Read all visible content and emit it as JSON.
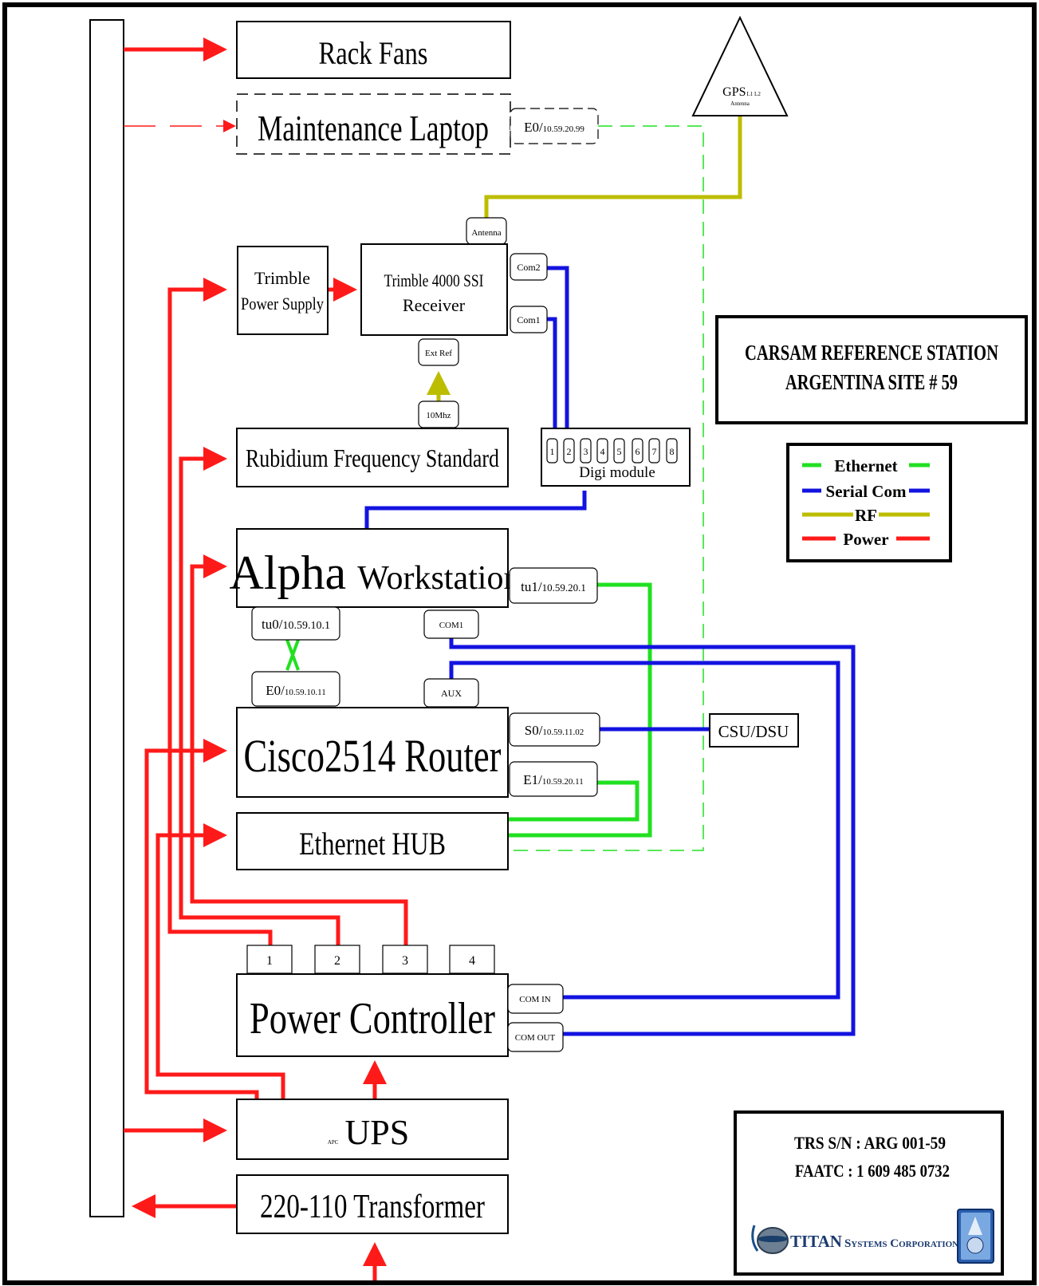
{
  "title": {
    "line1": "CARSAM REFERENCE STATION",
    "line2": "ARGENTINA SITE # 59"
  },
  "legend": {
    "ethernet": "Ethernet",
    "serial": "Serial Com",
    "rf": "RF",
    "power": "Power"
  },
  "colors": {
    "power": "#ff1a1a",
    "serial": "#1313e0",
    "ethernet": "#21e021",
    "rf": "#bdbd00"
  },
  "devices": {
    "rack_fans": "Rack Fans",
    "maintenance_laptop": "Maintenance Laptop",
    "laptop_port_prefix": "E0/",
    "laptop_port_ip": "10.59.20.99",
    "gps": "GPS",
    "gps_bands": "L1 L2",
    "gps_sub": "Antenna",
    "antenna_port": "Antenna",
    "trimble_ps_line1": "Trimble",
    "trimble_ps_line2": "Power Supply",
    "receiver_line1": "Trimble 4000 SSI",
    "receiver_line2": "Receiver",
    "com2": "Com2",
    "com1": "Com1",
    "ext_ref": "Ext Ref",
    "mhz": "10Mhz",
    "rubidium": "Rubidium Frequency Standard",
    "digi_ports": [
      "1",
      "2",
      "3",
      "4",
      "5",
      "6",
      "7",
      "8"
    ],
    "digi_label": "Digi module",
    "alpha_main": "Alpha",
    "alpha_sub": "Workstation",
    "tu1_prefix": "tu1/",
    "tu1_ip": "10.59.20.1",
    "tu0_prefix": "tu0/",
    "tu0_ip": "10.59.10.1",
    "alpha_com1": "COM1",
    "router_e0_prefix": "E0/",
    "router_e0_ip": "10.59.10.11",
    "router_aux": "AUX",
    "router": "Cisco2514 Router",
    "s0_prefix": "S0/",
    "s0_ip": "10.59.11.02",
    "e1_prefix": "E1/",
    "e1_ip": "10.59.20.11",
    "csu_dsu": "CSU/DSU",
    "hub": "Ethernet HUB",
    "outlets": [
      "1",
      "2",
      "3",
      "4"
    ],
    "power_controller": "Power Controller",
    "com_in": "COM IN",
    "com_out": "COM OUT",
    "ups_brand": "APC",
    "ups": "UPS",
    "transformer": "220-110 Transformer"
  },
  "info": {
    "trs": "TRS S/N : ARG 001-59",
    "faatc": "FAATC : 1 609 485 0732",
    "company_main": "TITAN",
    "company_rest": "Systems Corporation",
    "badge_icon": "faa-technical-center-badge-icon"
  }
}
